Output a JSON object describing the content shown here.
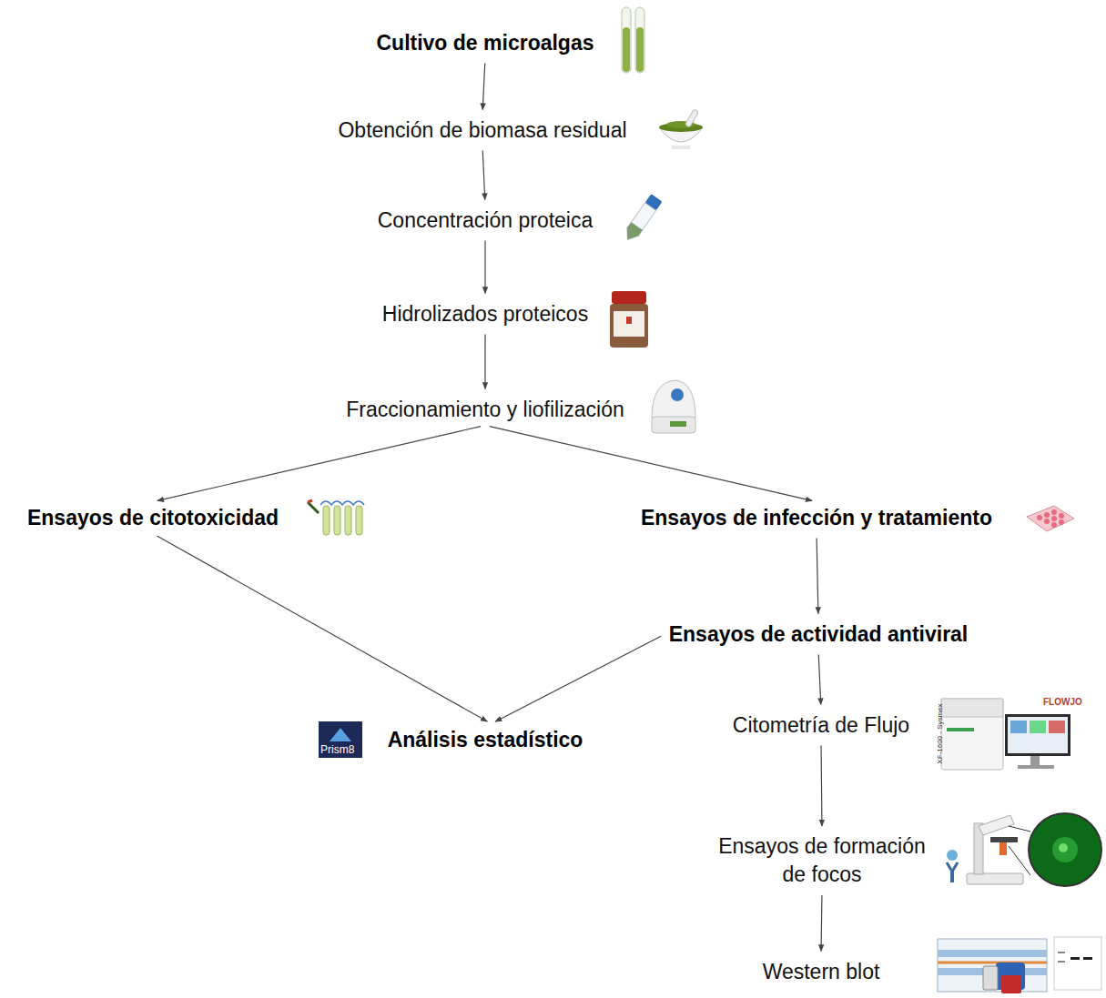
{
  "diagram": {
    "nodes": [
      {
        "text": [
          "Cultivo de microalgas"
        ]
      },
      {
        "text": [
          "Obtención de biomasa residual"
        ]
      },
      {
        "text": [
          "Concentración proteica"
        ]
      },
      {
        "text": [
          "Hidrolizados proteicos"
        ]
      },
      {
        "text": [
          "Fraccionamiento y liofilización"
        ]
      },
      {
        "text": [
          "Ensayos de citotoxicidad"
        ]
      },
      {
        "text": [
          "Ensayos de infección y tratamiento"
        ]
      },
      {
        "text": [
          "Ensayos de actividad antiviral"
        ]
      },
      {
        "text": [
          "Análisis estadístico"
        ]
      },
      {
        "text": [
          "Citometría de Flujo"
        ]
      },
      {
        "text": [
          "Ensayos de formación de focos"
        ]
      },
      {
        "text": [
          "Western blot"
        ]
      }
    ],
    "edges": [
      {
        "from": 0,
        "to": 1,
        "arrow": "to"
      },
      {
        "from": 1,
        "to": 2,
        "arrow": "to"
      },
      {
        "from": 2,
        "to": 3,
        "arrow": "to"
      },
      {
        "from": 3,
        "to": 4,
        "arrow": "to"
      },
      {
        "from": 4,
        "to": 5,
        "arrow": "to"
      },
      {
        "from": 4,
        "to": 6,
        "arrow": "to"
      },
      {
        "from": 6,
        "to": 7,
        "arrow": "to"
      },
      {
        "from": 5,
        "to": 8,
        "arrow": "to"
      },
      {
        "from": 7,
        "to": 8,
        "arrow": "to"
      },
      {
        "from": 7,
        "to": 9,
        "arrow": "to"
      },
      {
        "from": 9,
        "to": 10,
        "arrow": "to"
      },
      {
        "from": 10,
        "to": 11,
        "arrow": "to"
      }
    ],
    "labels": [
      "Prism8",
      "FLOWJO",
      "XF-1600 - Sysmex"
    ]
  }
}
